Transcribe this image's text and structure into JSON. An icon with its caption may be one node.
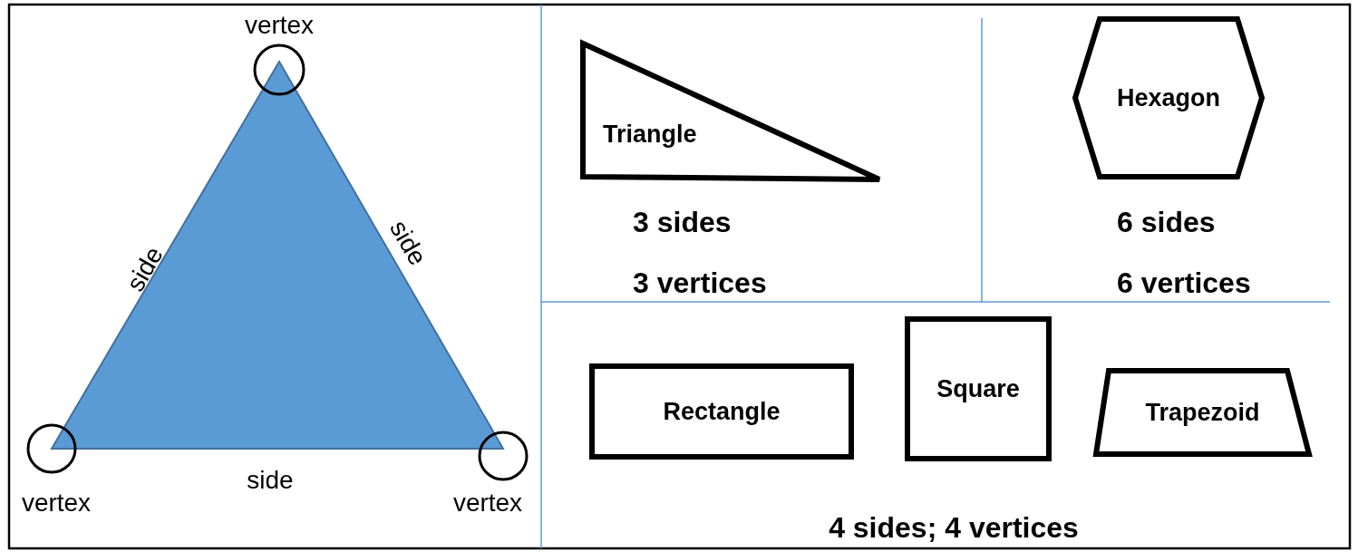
{
  "diagram": {
    "nodes": [
      {
        "text": [
          "Triangle"
        ],
        "beside": [
          "3 sides",
          "3 vertices"
        ]
      },
      {
        "text": [
          "Hexagon"
        ],
        "beside": [
          "6 sides",
          "6 vertices"
        ]
      },
      {
        "text": [
          "Rectangle"
        ]
      },
      {
        "text": [
          "Square"
        ]
      },
      {
        "text": [
          "Trapezoid"
        ]
      }
    ],
    "labels": [
      "vertex",
      "side",
      "side",
      "side",
      "vertex",
      "vertex",
      "4 sides; 4 vertices"
    ]
  }
}
